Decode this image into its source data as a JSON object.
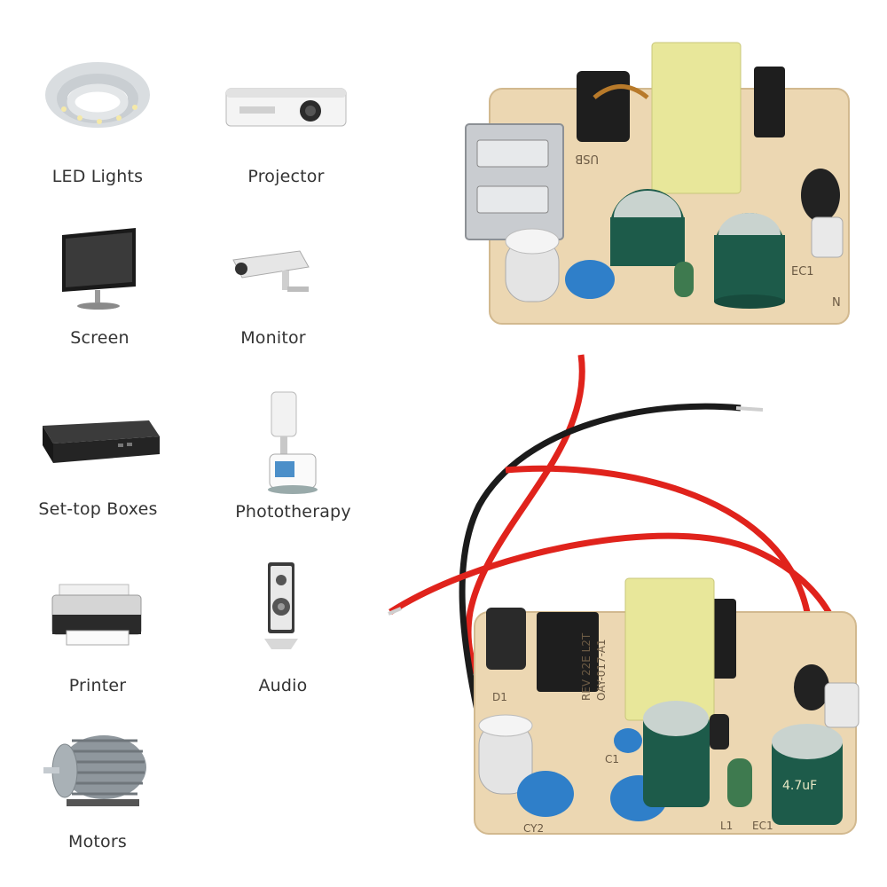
{
  "applications": [
    {
      "label": "LED Lights",
      "icon": "led-strip-icon"
    },
    {
      "label": "Projector",
      "icon": "projector-icon"
    },
    {
      "label": "Screen",
      "icon": "monitor-screen-icon"
    },
    {
      "label": "Monitor",
      "icon": "security-camera-icon"
    },
    {
      "label": "Set-top Boxes",
      "icon": "set-top-box-icon"
    },
    {
      "label": "Phototherapy",
      "icon": "phototherapy-lamp-icon"
    },
    {
      "label": "Printer",
      "icon": "printer-icon"
    },
    {
      "label": "Audio",
      "icon": "speaker-icon"
    },
    {
      "label": "Motors",
      "icon": "electric-motor-icon"
    }
  ],
  "board_top": {
    "silkscreen_usb": "USB",
    "silkscreen_ec1": "EC1",
    "silkscreen_n": "N"
  },
  "board_bottom": {
    "silkscreen_rev": "REV 22E L2T",
    "silkscreen_model": "OAY-017-A1",
    "silkscreen_d1": "D1",
    "silkscreen_c1": "C1",
    "silkscreen_l1": "L1",
    "silkscreen_ec1": "EC1",
    "silkscreen_cy2": "CY2",
    "cap_label": "4.7uF"
  },
  "colors": {
    "pcb": "#ecd7b2",
    "transformer": "#e8e79a",
    "capacitor": "#1d5b4a",
    "y_cap": "#2f7fc9",
    "wire_red": "#e0231c",
    "wire_black": "#1b1b1b"
  }
}
